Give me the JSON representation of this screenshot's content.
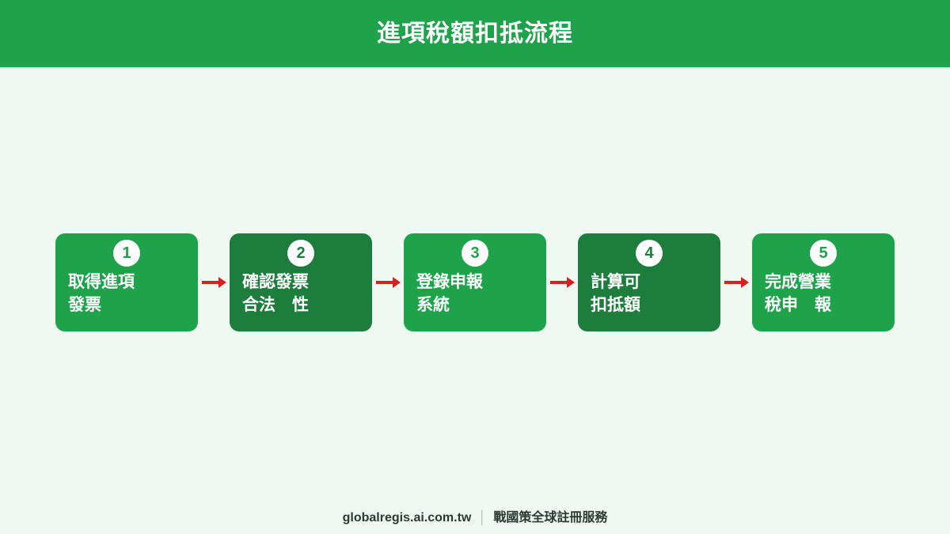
{
  "header": {
    "title": "進項稅額扣抵流程",
    "bar_color": "#1EA34B",
    "title_color": "#FFFFFF"
  },
  "page": {
    "background_color": "#EFF9F1"
  },
  "flow": {
    "arrow_color": "#D82020",
    "arrow_icon": "arrow-right-icon",
    "steps": [
      {
        "number": "1",
        "label": "取得進項\n發票",
        "tone": "light",
        "color": "#1EA34B"
      },
      {
        "number": "2",
        "label": "確認發票\n合法　性",
        "tone": "dark",
        "color": "#1D7D3D"
      },
      {
        "number": "3",
        "label": "登錄申報\n系統",
        "tone": "light",
        "color": "#1EA34B"
      },
      {
        "number": "4",
        "label": "計算可\n扣抵額",
        "tone": "dark",
        "color": "#1D7D3D"
      },
      {
        "number": "5",
        "label": "完成營業\n稅申　報",
        "tone": "light",
        "color": "#1EA34B"
      }
    ]
  },
  "footer": {
    "site": "globalregis.ai.com.tw",
    "separator": "│",
    "brand": "戰國策全球註冊服務"
  }
}
